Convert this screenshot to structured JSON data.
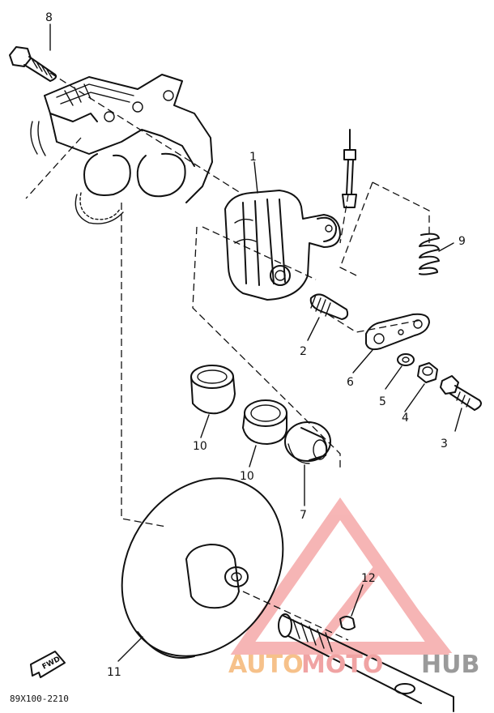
{
  "diagram": {
    "drawing_code": "89X100-2210",
    "direction_badge": "FWD",
    "callouts": {
      "c1": "1",
      "c2": "2",
      "c3": "3",
      "c4": "4",
      "c5": "5",
      "c6": "6",
      "c7": "7",
      "c8": "8",
      "c9": "9",
      "c10a": "10",
      "c10b": "10",
      "c11": "11",
      "c12": "12"
    }
  },
  "watermark": {
    "part1": "AUTO",
    "part2": "MOTO",
    "part3": "HUB",
    "colors": {
      "triangle": "#f07a7a",
      "auto": "#f6c18a",
      "moto": "#f0a3a3",
      "hub": "#9a9a9a"
    }
  }
}
